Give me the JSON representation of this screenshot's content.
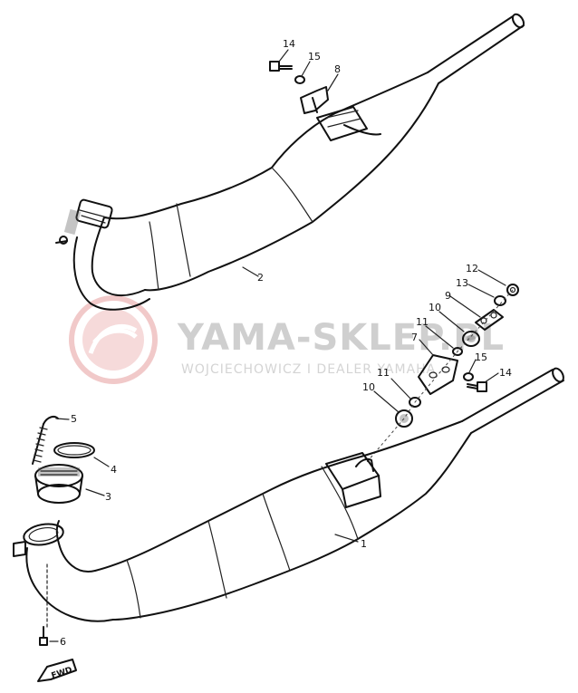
{
  "watermark": {
    "title": "YAMA-SKLEP.PL",
    "subtitle": "WOJCIECHOWICZ I DEALER YAMAHA"
  },
  "direction_marker": "FWD",
  "callouts": [
    {
      "id": "c14a",
      "label": "14"
    },
    {
      "id": "c15a",
      "label": "15"
    },
    {
      "id": "c8",
      "label": "8"
    },
    {
      "id": "c2",
      "label": "2"
    },
    {
      "id": "c12",
      "label": "12"
    },
    {
      "id": "c13",
      "label": "13"
    },
    {
      "id": "c9",
      "label": "9"
    },
    {
      "id": "c10a",
      "label": "10"
    },
    {
      "id": "c11a",
      "label": "11"
    },
    {
      "id": "c7",
      "label": "7"
    },
    {
      "id": "c15b",
      "label": "15"
    },
    {
      "id": "c14b",
      "label": "14"
    },
    {
      "id": "c11b",
      "label": "11"
    },
    {
      "id": "c10b",
      "label": "10"
    },
    {
      "id": "c5",
      "label": "5"
    },
    {
      "id": "c4",
      "label": "4"
    },
    {
      "id": "c3",
      "label": "3"
    },
    {
      "id": "c1",
      "label": "1"
    },
    {
      "id": "c6",
      "label": "6"
    }
  ]
}
